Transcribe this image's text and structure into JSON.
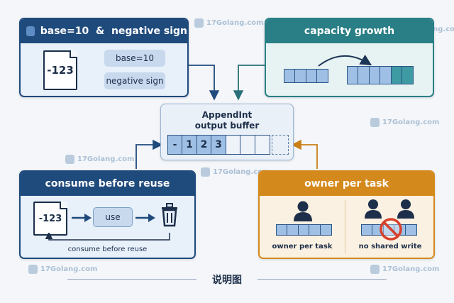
{
  "panels": {
    "base": {
      "title": "base=10  &  negative sign",
      "file_text": "-123",
      "chip_base": "base=10",
      "chip_sign": "negative sign"
    },
    "capacity": {
      "title": "capacity growth"
    },
    "buffer": {
      "title_line1": "AppendInt",
      "title_line2": "output buffer",
      "digits": [
        "-",
        "1",
        "2",
        "3"
      ]
    },
    "consume": {
      "title": "consume before reuse",
      "file_text": "-123",
      "use_label": "use",
      "caption": "consume before reuse"
    },
    "owner": {
      "title": "owner per task",
      "left_caption": "owner per task",
      "right_caption": "no shared write"
    }
  },
  "watermark": {
    "brand": "17Golang.com"
  },
  "footer": {
    "label": "说明图"
  },
  "colors": {
    "navy": "#1f4a7c",
    "teal": "#2a7f86",
    "orange": "#d4891c",
    "cell_fill": "#9fc0e4",
    "cell_teal": "#3e9aa3",
    "no_sign_red": "#d6402c"
  },
  "icons": [
    "app-icon",
    "file-icon",
    "arrow-right-icon",
    "trash-icon",
    "person-icon",
    "no-entry-icon",
    "curved-arrow-icon"
  ]
}
